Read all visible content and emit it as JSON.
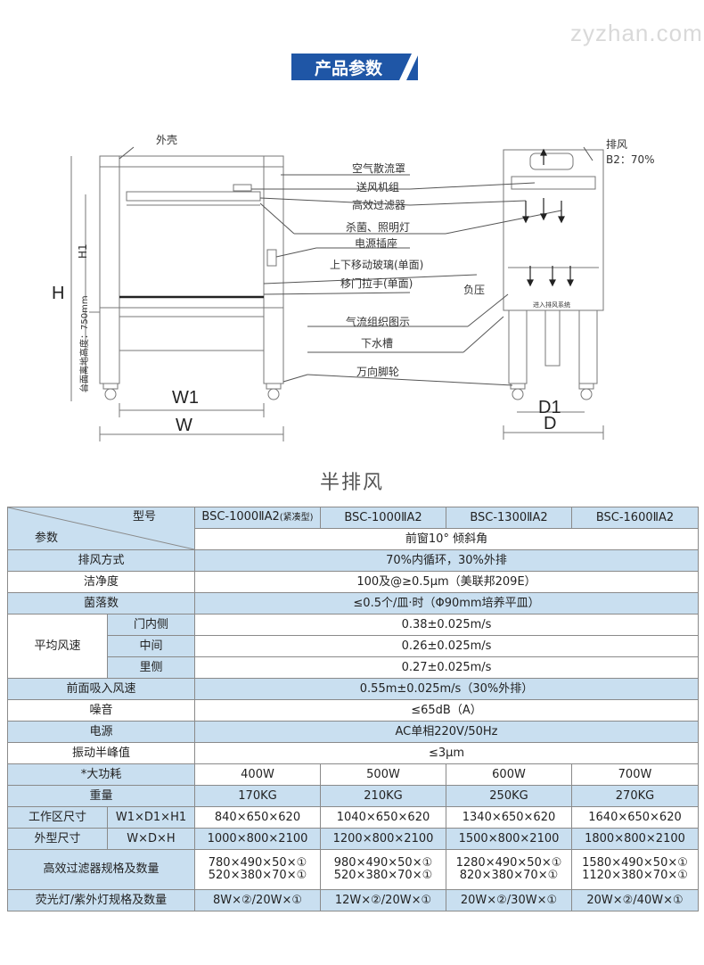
{
  "watermark": "zyzhan.com",
  "banner": {
    "title": "产品参数"
  },
  "diagram": {
    "labels": {
      "shell": "外壳",
      "air_hood": "空气散流罩",
      "fan_unit": "送风机组",
      "hepa": "高效过滤器",
      "lamp": "杀菌、照明灯",
      "socket": "电源插座",
      "glass": "上下移动玻璃(单面)",
      "handle": "移门拉手(单面)",
      "airflow": "气流组织图示",
      "drain": "下水槽",
      "caster": "万向脚轮",
      "exhaust": "排风",
      "b2": "B2：70%",
      "neg_pressure": "负压",
      "duct": "进入排风系统",
      "H": "H",
      "H1": "H1",
      "W": "W",
      "W1": "W1",
      "D": "D",
      "D1": "D1",
      "floor": "台面离地高度：750mm"
    }
  },
  "section_title": "半排风",
  "table": {
    "header_model": "型号",
    "header_param": "参数",
    "models": [
      "BSC-1000ⅡA2",
      "BSC-1000ⅡA2",
      "BSC-1300ⅡA2",
      "BSC-1600ⅡA2"
    ],
    "model0_suffix": "(紧凑型)",
    "rows": {
      "tilt": "前窗10° 倾斜角",
      "exhaust_label": "排风方式",
      "exhaust": "70%内循环，30%外排",
      "clean_label": "洁净度",
      "clean": "100及@≥0.5μm（美联邦209E）",
      "bact_label": "菌落数",
      "bact": "≤0.5个/皿·时（Φ90mm培养平皿）",
      "avg_label": "平均风速",
      "door_label": "门内侧",
      "door": "0.38±0.025m/s",
      "mid_label": "中间",
      "mid": "0.26±0.025m/s",
      "inner_label": "里侧",
      "inner": "0.27±0.025m/s",
      "front_label": "前面吸入风速",
      "front": "0.55m±0.025m/s（30%外排）",
      "noise_label": "噪音",
      "noise": "≤65dB（A）",
      "power_label": "电源",
      "power": "AC单相220V/50Hz",
      "vib_label": "振动半峰值",
      "vib": "≤3μm",
      "maxp_label": "*大功耗",
      "maxp": [
        "400W",
        "500W",
        "600W",
        "700W"
      ],
      "weight_label": "重量",
      "weight": [
        "170KG",
        "210KG",
        "250KG",
        "270KG"
      ],
      "work_label": "工作区尺寸",
      "work_sub": "W1×D1×H1",
      "work": [
        "840×650×620",
        "1040×650×620",
        "1340×650×620",
        "1640×650×620"
      ],
      "outer_label": "外型尺寸",
      "outer_sub": "W×D×H",
      "outer": [
        "1000×800×2100",
        "1200×800×2100",
        "1500×800×2100",
        "1800×800×2100"
      ],
      "hepa_label": "高效过滤器规格及数量",
      "hepa1": [
        "780×490×50×①",
        "980×490×50×①",
        "1280×490×50×①",
        "1580×490×50×①"
      ],
      "hepa2": [
        "520×380×70×①",
        "520×380×70×①",
        "820×380×70×①",
        "1120×380×70×①"
      ],
      "lamp_label": "荧光灯/紫外灯规格及数量",
      "lamp": [
        "8W×②/20W×①",
        "12W×②/20W×①",
        "20W×②/30W×①",
        "20W×②/40W×①"
      ]
    }
  }
}
